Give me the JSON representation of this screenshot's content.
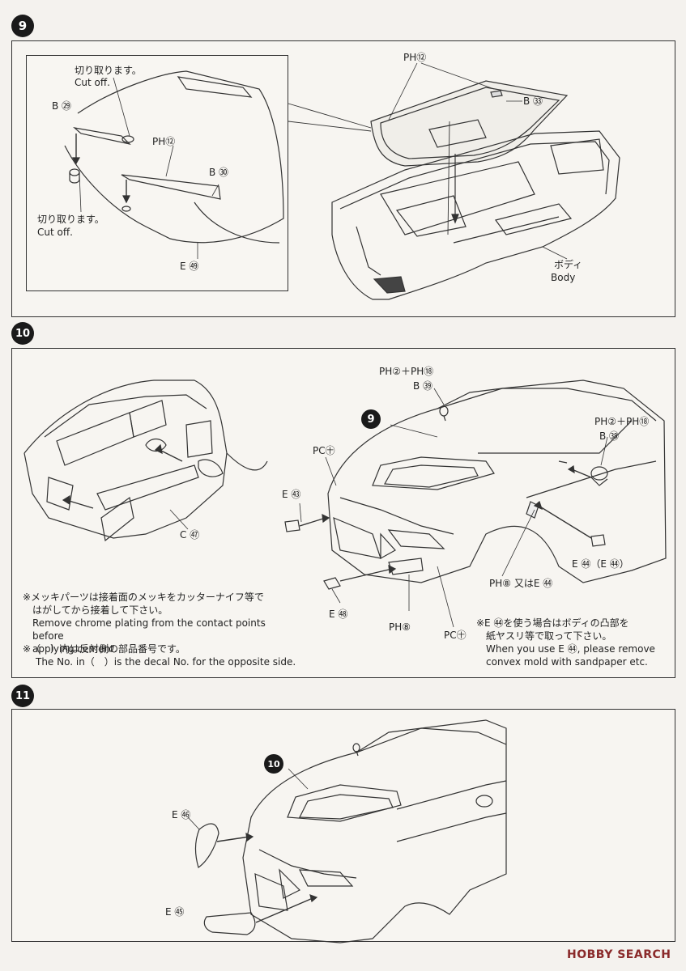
{
  "steps": {
    "s9": {
      "number": "9",
      "cutoff_jp": "切り取ります。",
      "cutoff_en": "Cut off.",
      "b29": "B ㉙",
      "ph12": "PH⑫",
      "b30": "B ㉚",
      "e52": "E ㊾",
      "ph12_top": "PH⑫",
      "b33": "B ㉝",
      "body_jp": "ボディ",
      "body_en": "Body"
    },
    "s10": {
      "number": "10",
      "ph2_ph18_top": "PH②＋PH⑱",
      "b39": "B ㊴",
      "ref9": "9",
      "ph2_ph18_right": "PH②＋PH⑱",
      "b38": "B ㊳",
      "pc92_left": "PC㊉",
      "e58": "E ㊸",
      "c47": "C ㊼",
      "e55": "E ㊹（E ㊹）",
      "ph8_or_e55": "PH⑧ 又はE ㊹",
      "e59": "E ㊽",
      "ph8": "PH⑧",
      "pc92_bottom": "PC㊉",
      "note1_jp1": "※メッキパーツは接着面のメッキをカッターナイフ等で",
      "note1_jp2": "はがしてから接着して下さい。",
      "note1_en1": "Remove chrome plating from the contact points before",
      "note1_en2": "applying cement.",
      "note2_jp": "※（　）内は反対側の部品番号です。",
      "note2_en": "The No. in（　）is the decal No. for the opposite side.",
      "note3_jp1": "※E ㊹を使う場合はボディの凸部を",
      "note3_jp2": "紙ヤスリ等で取って下さい。",
      "note3_en1": "When you use E ㊹, please remove",
      "note3_en2": "convex mold with sandpaper etc."
    },
    "s11": {
      "number": "11",
      "ref10": "10",
      "e54": "E ㊻",
      "e53": "E ㊺"
    }
  },
  "watermark": "HOBBY SEARCH"
}
